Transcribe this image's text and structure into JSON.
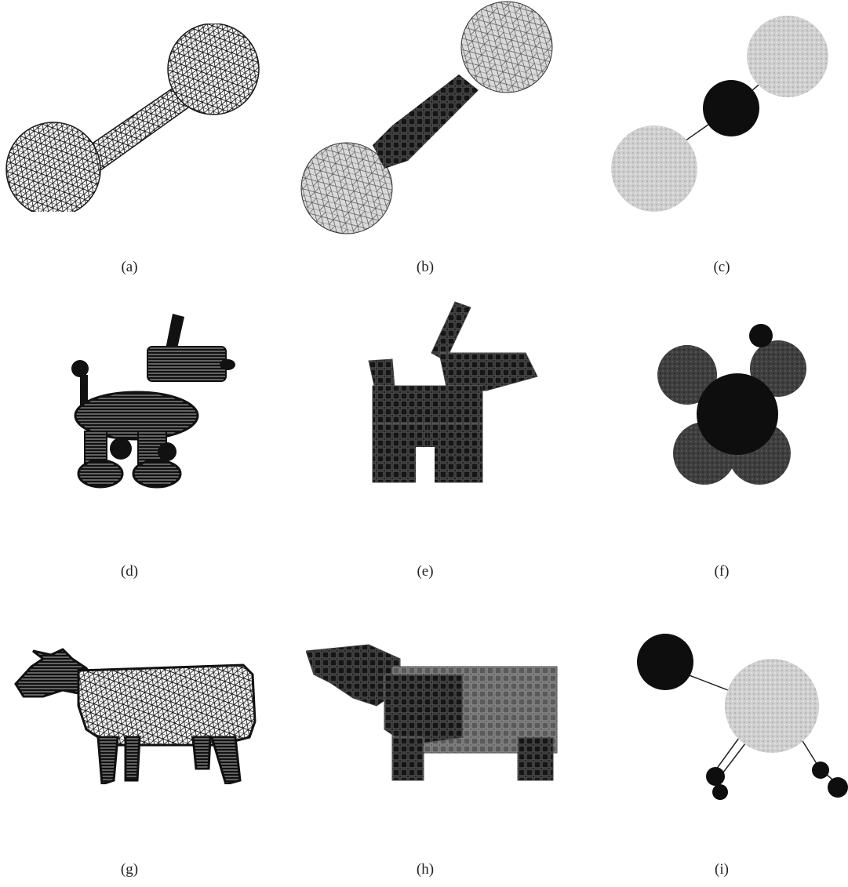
{
  "figure": {
    "captions": [
      "(a)",
      "(b)",
      "(c)",
      "(d)",
      "(e)",
      "(f)",
      "(g)",
      "(h)",
      "(i)"
    ]
  },
  "colors": {
    "mesh": "#1a1a1a",
    "dark_fill": "#0e0e0e",
    "mid_gray": "#4a4a4a",
    "light_gray": "#c9c9c9",
    "line": "#222222"
  }
}
